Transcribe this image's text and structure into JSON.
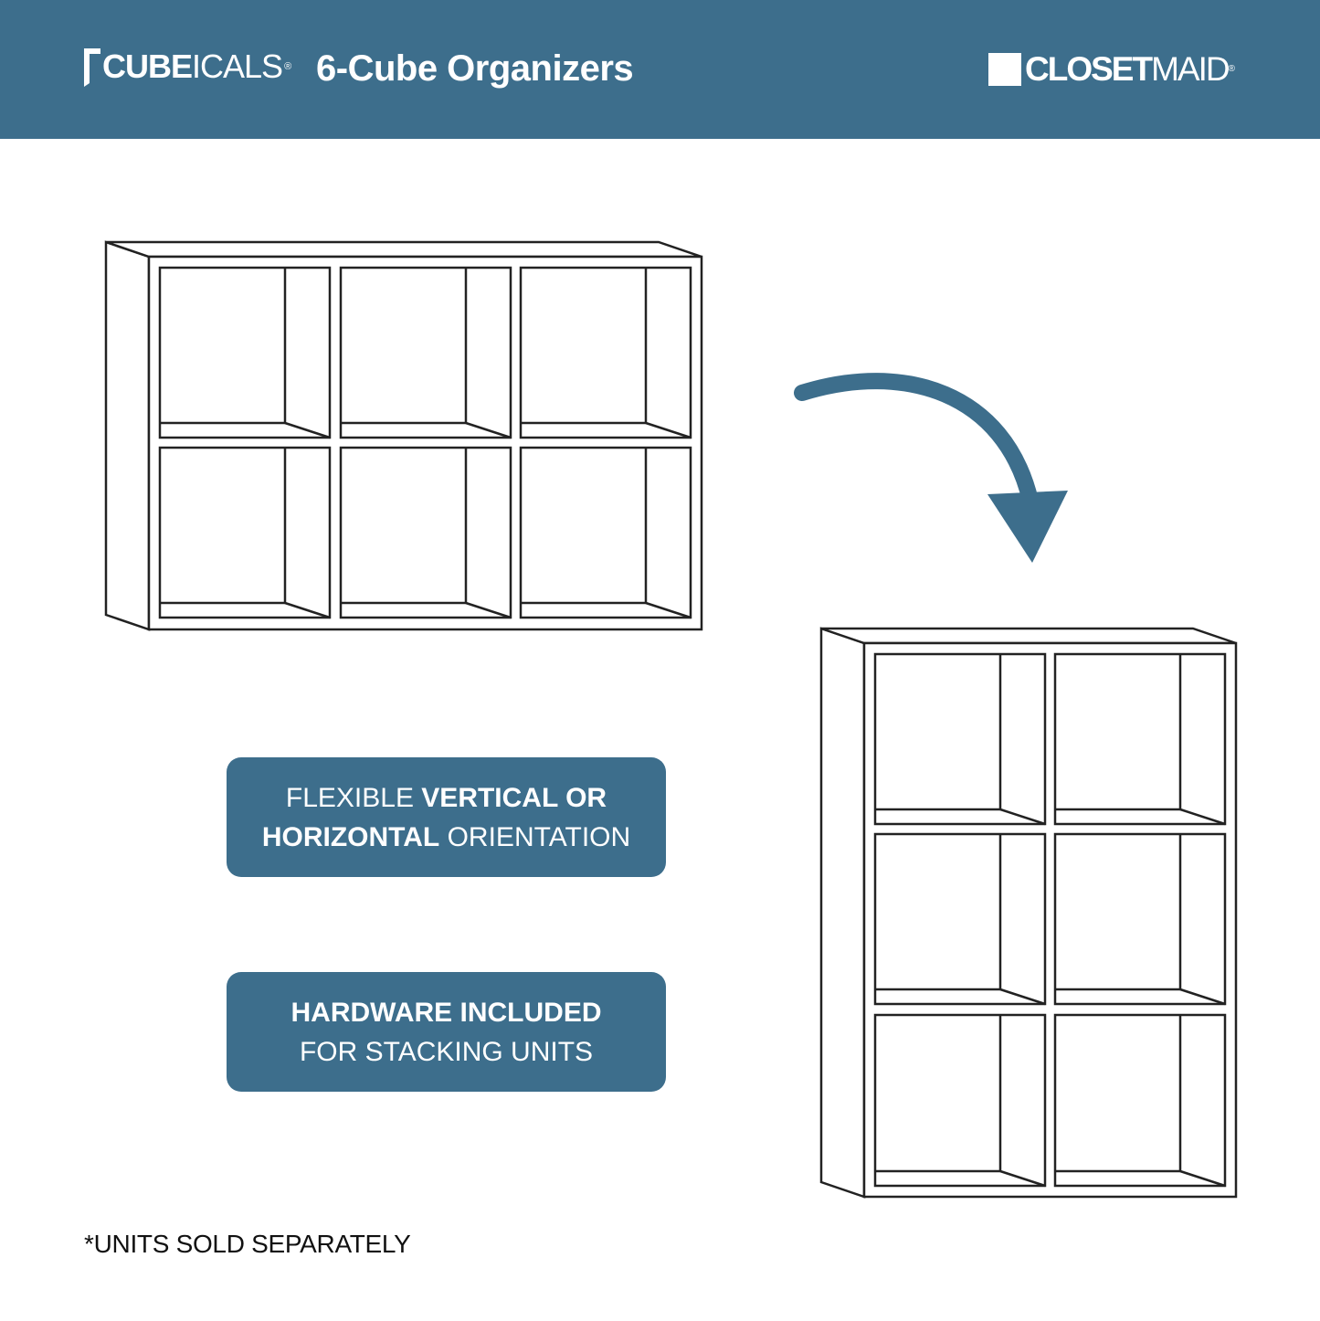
{
  "colors": {
    "brand_blue": "#3d6e8c",
    "white": "#ffffff",
    "outline": "#222222"
  },
  "header": {
    "brand": {
      "icon": "cube-corner-icon",
      "name_bold": "CUBE",
      "name_regular": "ICALS",
      "registered": "®"
    },
    "title": "6-Cube Organizers",
    "maker": {
      "icon": "square-icon",
      "name_bold": "CLOSET",
      "name_regular": "MAID",
      "registered": "®"
    }
  },
  "illustrations": {
    "arrow_icon": "curved-arrow-icon"
  },
  "callouts": [
    {
      "line1_regular": "FLEXIBLE ",
      "line1_bold": "VERTICAL OR",
      "line2_bold": "HORIZONTAL",
      "line2_regular": " ORIENTATION"
    },
    {
      "line1_bold": "HARDWARE INCLUDED",
      "line2_regular": "FOR STACKING UNITS"
    }
  ],
  "footnote": "*UNITS SOLD SEPARATELY"
}
